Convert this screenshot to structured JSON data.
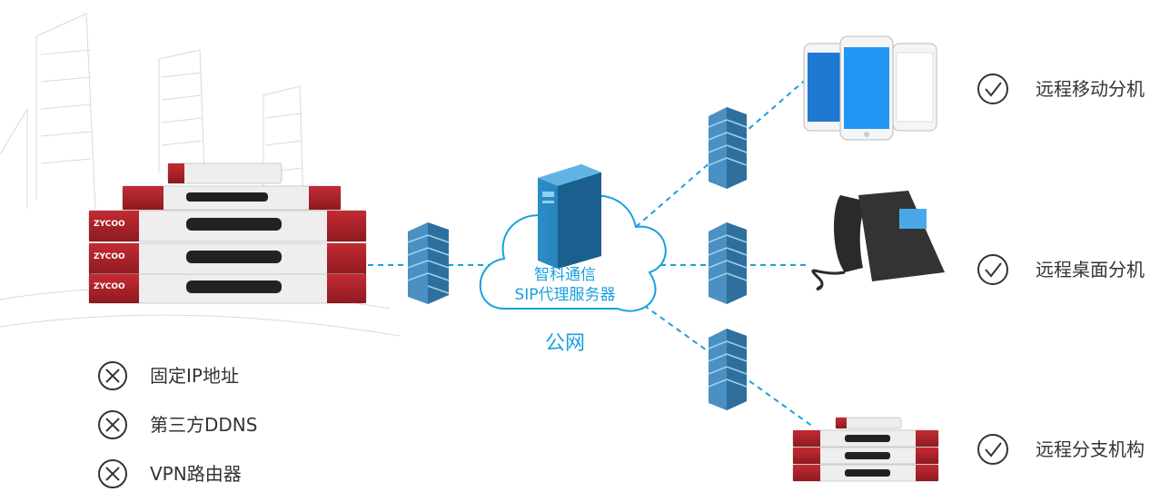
{
  "server": {
    "line1": "智科通信",
    "line2": "SIP代理服务器"
  },
  "network_label": "公网",
  "device_brand": "ZYCOO",
  "not_required": [
    {
      "label": "固定IP地址",
      "icon": "cross-circle-icon"
    },
    {
      "label": "第三方DDNS",
      "icon": "cross-circle-icon"
    },
    {
      "label": "VPN路由器",
      "icon": "cross-circle-icon"
    }
  ],
  "remote_endpoints": [
    {
      "label": "远程移动分机",
      "icon": "check-circle-icon"
    },
    {
      "label": "远程桌面分机",
      "icon": "check-circle-icon"
    },
    {
      "label": "远程分支机构",
      "icon": "check-circle-icon"
    }
  ],
  "colors": {
    "accent": "#1aa0de",
    "firewall": "#2f7fb3",
    "device_red": "#b3222a",
    "text": "#333333"
  }
}
